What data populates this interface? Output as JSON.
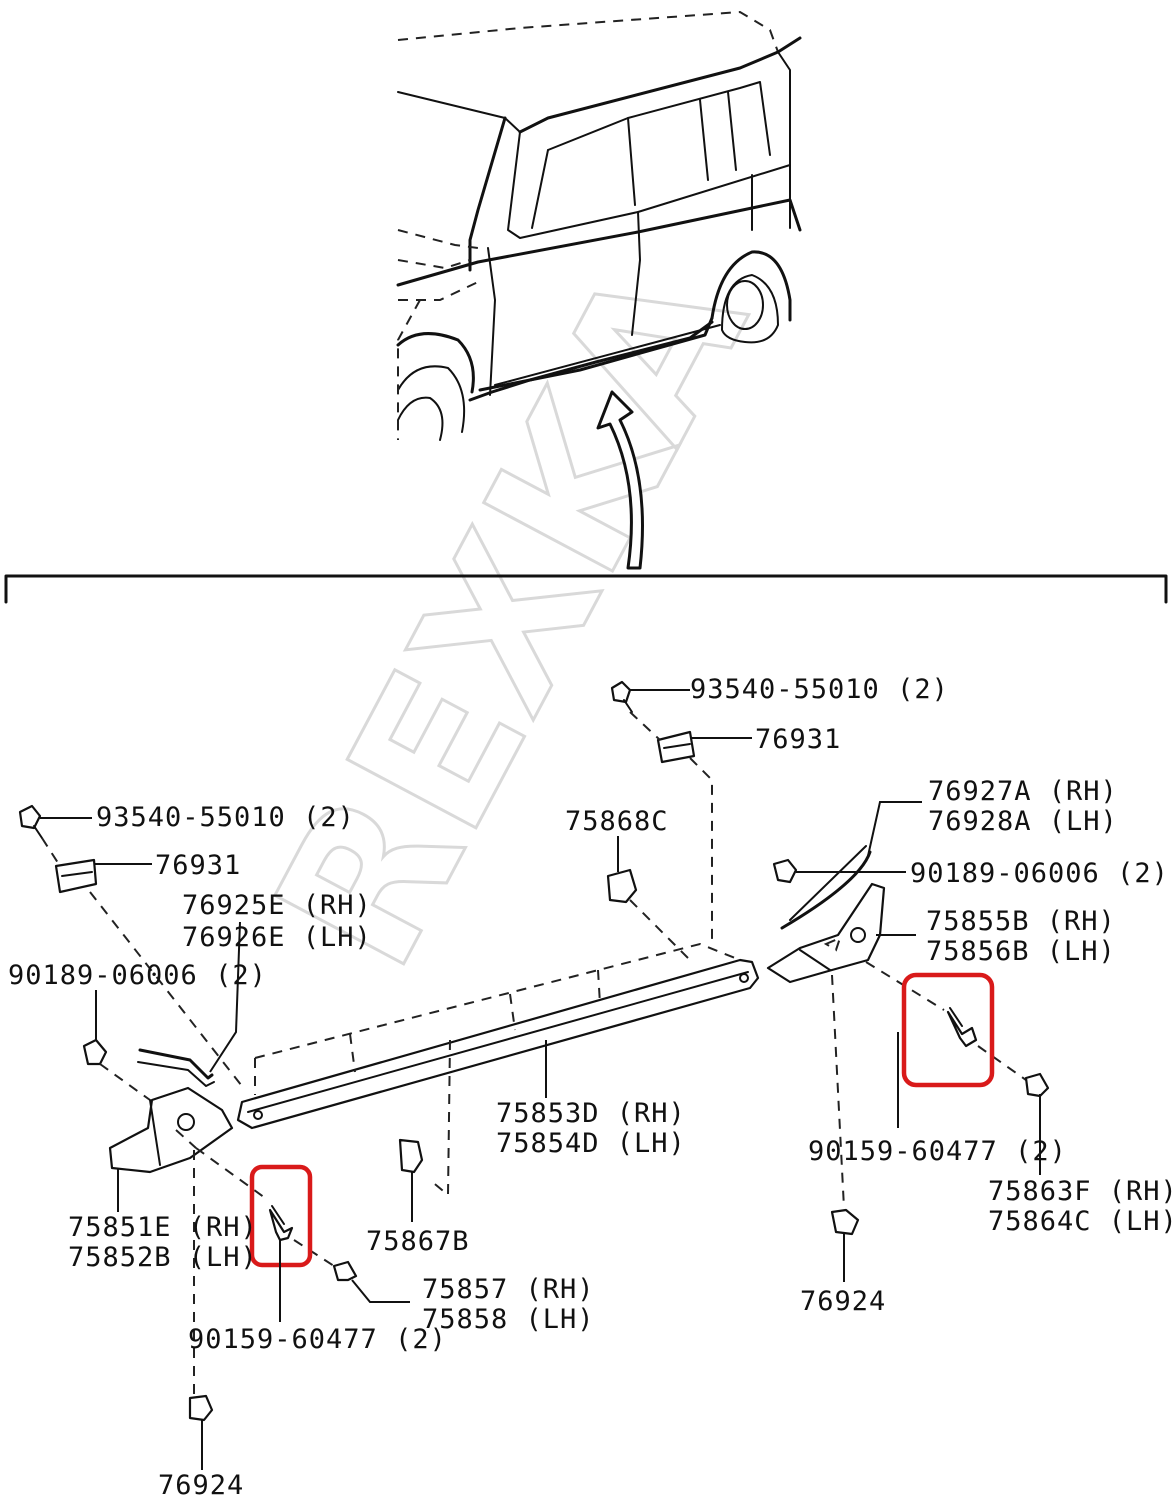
{
  "watermark": "REXKA",
  "labels": {
    "p93540_top": "93540-55010 (2)",
    "p76931_top": "76931",
    "p93540_left": "93540-55010 (2)",
    "p76931_left": "76931",
    "p75868c": "75868C",
    "p76927a": "76927A (RH)",
    "p76928a": "76928A (LH)",
    "p90189_right": "90189-06006 (2)",
    "p76925e": "76925E (RH)",
    "p76926e": "76926E (LH)",
    "p75855b": "75855B (RH)",
    "p75856b": "75856B (LH)",
    "p90189_left": "90189-06006 (2)",
    "p75853d": "75853D (RH)",
    "p75854d": "75854D (LH)",
    "p90159_right": "90159-60477 (2)",
    "p75863f": "75863F (RH)",
    "p75864c": "75864C (LH)",
    "p75851e": "75851E (RH)",
    "p75852b": "75852B (LH)",
    "p75867b": "75867B",
    "p76924_right": "76924",
    "p75857": "75857 (RH)",
    "p75858": "75858 (LH)",
    "p90159_left": "90159-60477 (2)",
    "p76924_left": "76924"
  },
  "colors": {
    "line": "#111111",
    "highlight": "#d91a1a",
    "watermark": "#d9d9d9"
  }
}
